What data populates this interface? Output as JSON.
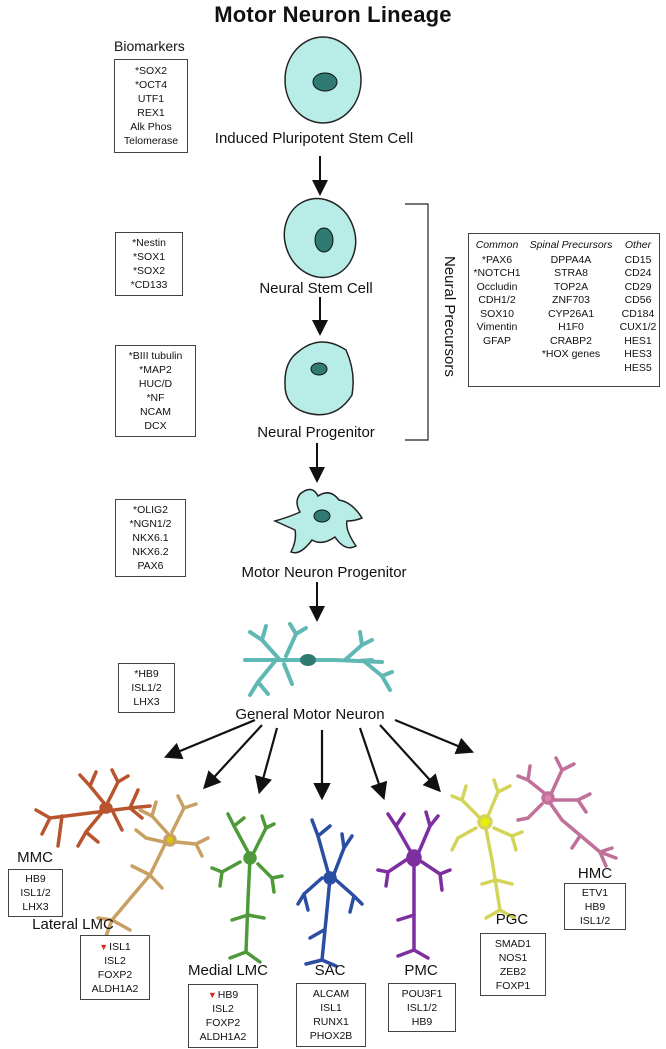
{
  "title": "Motor Neuron Lineage",
  "biomarkers_header": "Biomarkers",
  "stages": {
    "ipsc": "Induced Pluripotent Stem Cell",
    "nsc": "Neural Stem Cell",
    "np": "Neural Progenitor",
    "mnp": "Motor Neuron Progenitor",
    "gmn": "General Motor Neuron"
  },
  "markers": {
    "ipsc": [
      "*SOX2",
      "*OCT4",
      "UTF1",
      "REX1",
      "Alk Phos",
      "Telomerase"
    ],
    "nsc": [
      "*Nestin",
      "*SOX1",
      "*SOX2",
      "*CD133"
    ],
    "np": [
      "*BIII tubulin",
      "*MAP2",
      "HUC/D",
      "*NF",
      "NCAM",
      "DCX"
    ],
    "mnp": [
      "*OLIG2",
      "*NGN1/2",
      "NKX6.1",
      "NKX6.2",
      "PAX6"
    ],
    "gmn": [
      "*HB9",
      "ISL1/2",
      "LHX3"
    ]
  },
  "neural_precursors": {
    "label": "Neural Precursors",
    "columns": [
      {
        "header": "Common",
        "items": [
          "*PAX6",
          "*NOTCH1",
          "Occludin",
          "CDH1/2",
          "SOX10",
          "Vimentin",
          "GFAP"
        ]
      },
      {
        "header": "Spinal Precursors",
        "items": [
          "DPPA4A",
          "STRA8",
          "TOP2A",
          "ZNF703",
          "CYP26A1",
          "H1F0",
          "CRABP2",
          "*HOX genes"
        ]
      },
      {
        "header": "Other",
        "items": [
          "CD15",
          "CD24",
          "CD29",
          "CD56",
          "CD184",
          "CUX1/2",
          "HES1",
          "HES3",
          "HES5"
        ]
      }
    ]
  },
  "subtypes": {
    "mmc": {
      "label": "MMC",
      "markers": [
        "HB9",
        "ISL1/2",
        "LHX3"
      ],
      "color": "#b8552e"
    },
    "llmc": {
      "label": "Lateral LMC",
      "markers": [
        "ISL1",
        "ISL2",
        "FOXP2",
        "ALDH1A2"
      ],
      "color": "#c8a064"
    },
    "mlmc": {
      "label": "Medial LMC",
      "markers": [
        "HB9",
        "ISL2",
        "FOXP2",
        "ALDH1A2"
      ],
      "color": "#4e9a3a"
    },
    "sac": {
      "label": "SAC",
      "markers": [
        "ALCAM",
        "ISL1",
        "RUNX1",
        "PHOX2B"
      ],
      "color": "#2b4ea3"
    },
    "pmc": {
      "label": "PMC",
      "markers": [
        "POU3F1",
        "ISL1/2",
        "HB9"
      ],
      "color": "#7d2fa0"
    },
    "pgc": {
      "label": "PGC",
      "markers": [
        "SMAD1",
        "NOS1",
        "ZEB2",
        "FOXP1"
      ],
      "color": "#d4d45a"
    },
    "hmc": {
      "label": "HMC",
      "markers": [
        "ETV1",
        "HB9",
        "ISL1/2"
      ],
      "color": "#c0709a"
    }
  },
  "colors": {
    "cell_fill": "#b8ece6",
    "nucleus": "#2f7a72",
    "gmn": "#5fb8b4",
    "down_arrow": "#e0291f"
  }
}
